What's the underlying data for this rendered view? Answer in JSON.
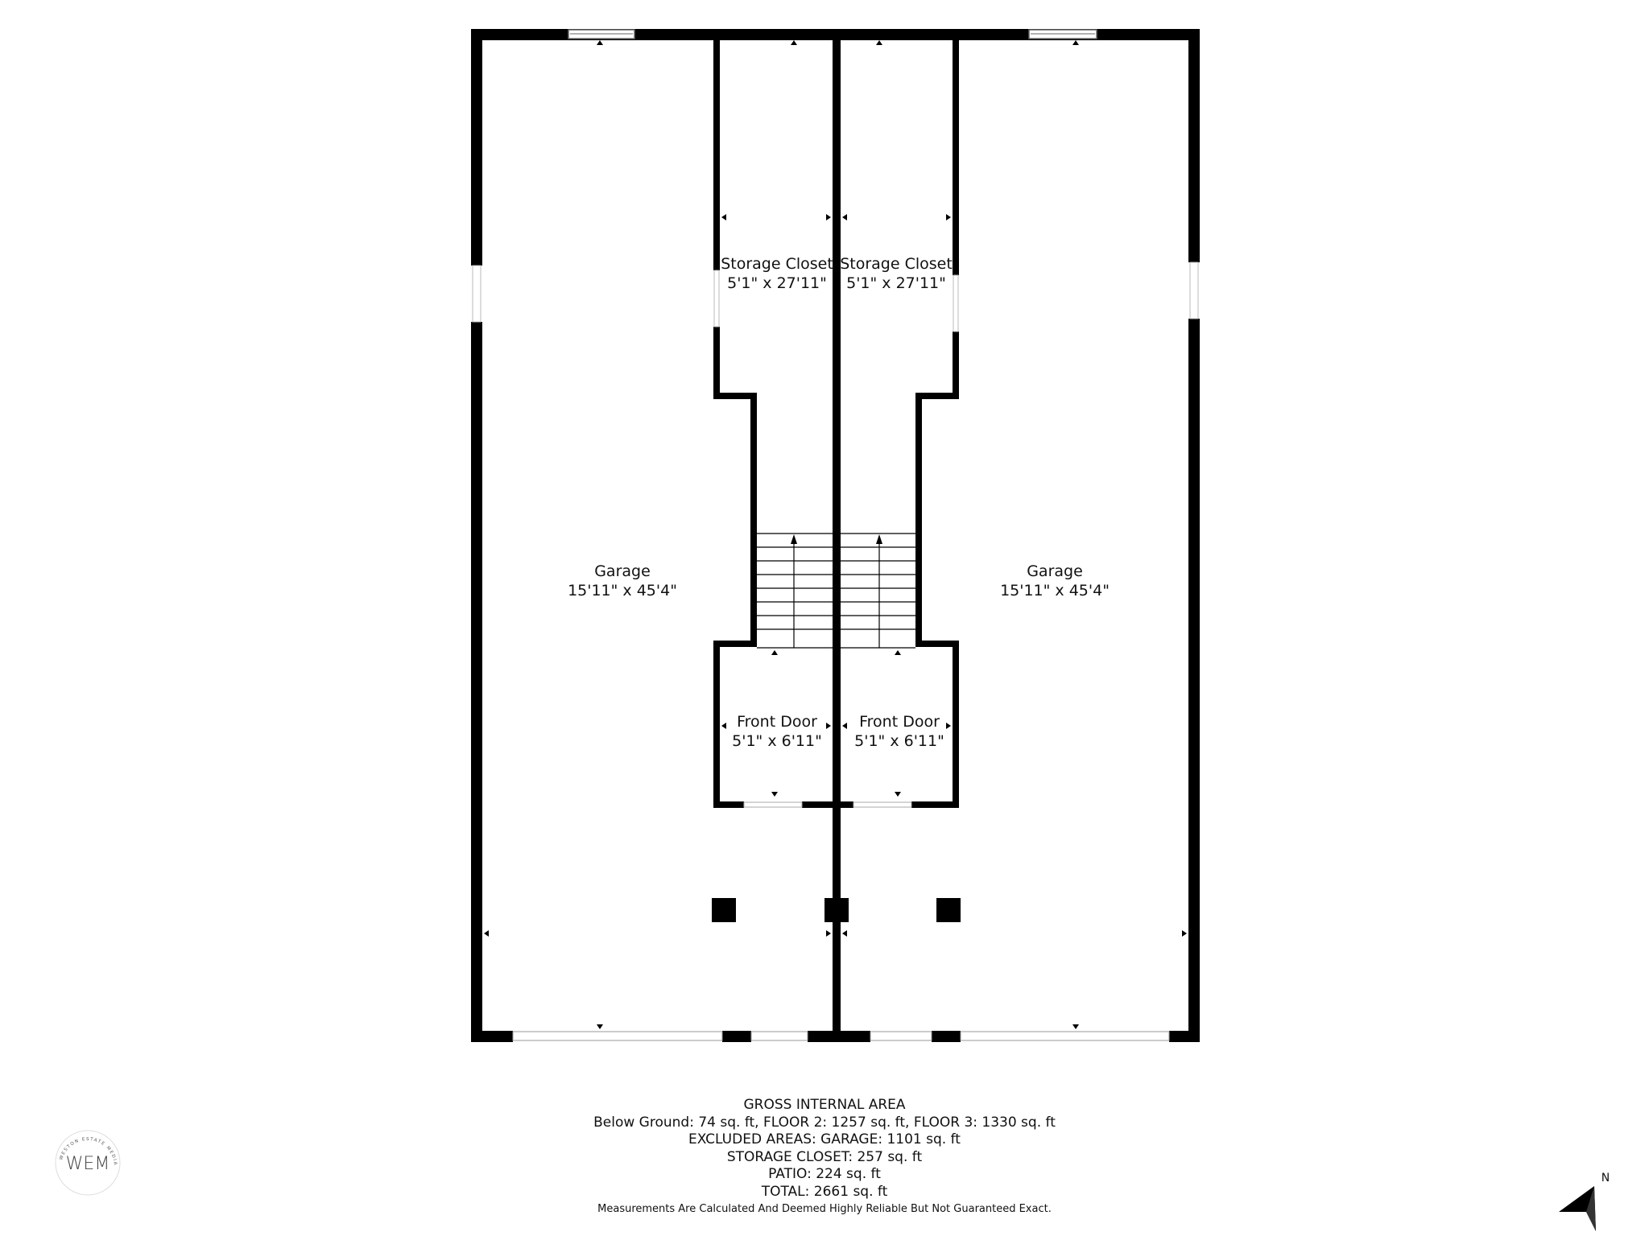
{
  "rooms": [
    {
      "name": "Storage Closet",
      "dims": "5'1\" x 27'11\""
    },
    {
      "name": "Storage Closet",
      "dims": "5'1\" x 27'11\""
    },
    {
      "name": "Garage",
      "dims": "15'11\" x 45'4\""
    },
    {
      "name": "Garage",
      "dims": "15'11\" x 45'4\""
    },
    {
      "name": "Front Door",
      "dims": "5'1\" x 6'11\""
    },
    {
      "name": "Front Door",
      "dims": "5'1\" x 6'11\""
    }
  ],
  "area_summary": {
    "heading": "GROSS INTERNAL AREA",
    "floors": "Below Ground: 74 sq. ft, FLOOR 2: 1257 sq. ft, FLOOR 3: 1330 sq. ft",
    "excluded": "EXCLUDED AREAS: GARAGE: 1101 sq. ft",
    "storage": "STORAGE CLOSET: 257 sq. ft",
    "patio": "PATIO: 224 sq. ft",
    "total": "TOTAL: 2661 sq. ft",
    "disclaimer": "Measurements Are Calculated And Deemed Highly Reliable But Not Guaranteed Exact."
  },
  "logo": {
    "initials": "WEM",
    "ring_text": "WESTON ESTATE MEDIA"
  },
  "compass": {
    "label": "N"
  },
  "colors": {
    "wall": "#000000",
    "background": "#ffffff",
    "text": "#111111"
  }
}
